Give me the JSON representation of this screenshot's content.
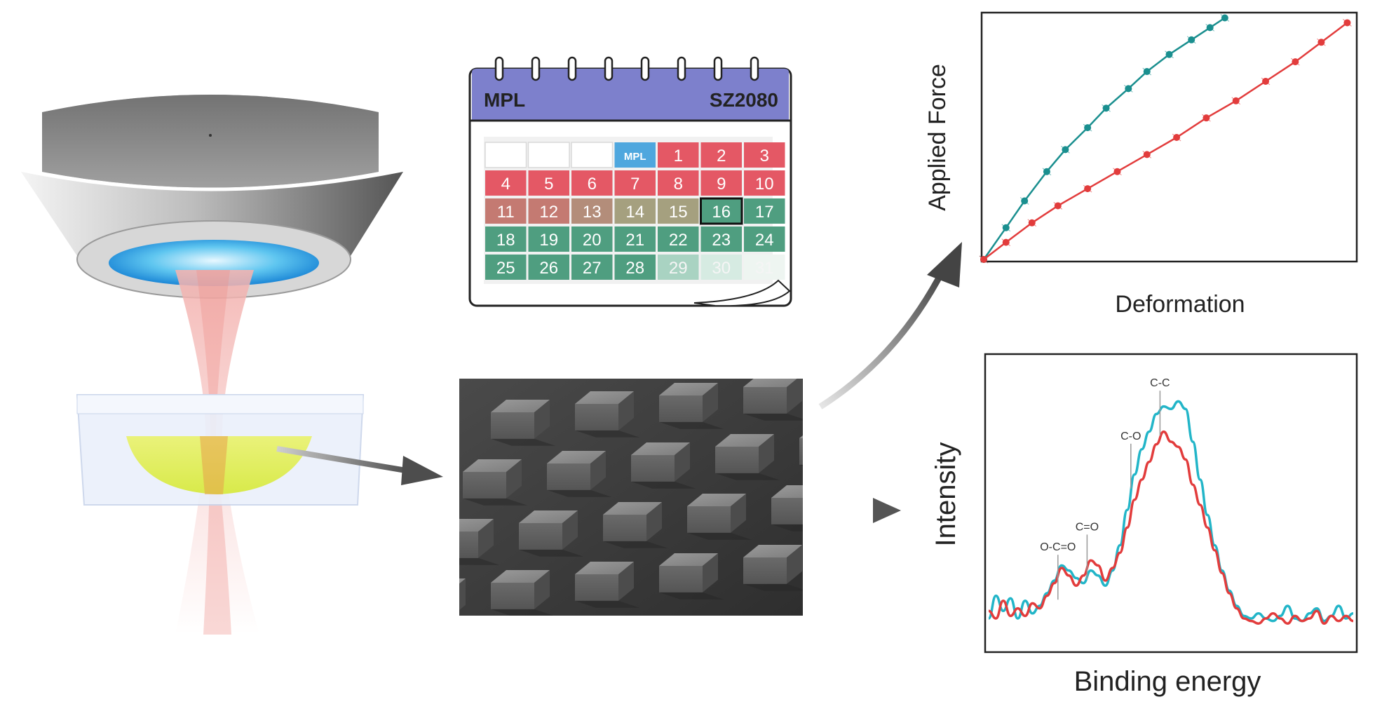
{
  "calendar": {
    "left_label": "MPL",
    "right_label": "SZ2080",
    "mpl_tag": "MPL",
    "days": [
      "1",
      "2",
      "3",
      "4",
      "5",
      "6",
      "7",
      "8",
      "9",
      "10",
      "11",
      "12",
      "13",
      "14",
      "15",
      "16",
      "17",
      "18",
      "19",
      "20",
      "21",
      "22",
      "23",
      "24",
      "25",
      "26",
      "27",
      "28",
      "29",
      "30",
      "31"
    ],
    "highlighted_day": "16"
  },
  "force_chart": {
    "ylabel": "Applied Force",
    "xlabel": "Deformation"
  },
  "xps_chart": {
    "ylabel": "Intensity",
    "xlabel": "Binding energy",
    "peaks": [
      "C-C",
      "C-O",
      "C=O",
      "O-C=O"
    ]
  },
  "chart_data": [
    {
      "type": "line",
      "title": "",
      "xlabel": "Deformation",
      "ylabel": "Applied Force",
      "xlim": [
        0,
        10
      ],
      "ylim": [
        0,
        10
      ],
      "series": [
        {
          "color": "#1a8f8f",
          "x": [
            0,
            0.6,
            1.1,
            1.7,
            2.2,
            2.8,
            3.3,
            3.9,
            4.4,
            5.0,
            5.6,
            6.1,
            6.5
          ],
          "y": [
            0,
            1.3,
            2.4,
            3.6,
            4.5,
            5.4,
            6.2,
            7.0,
            7.7,
            8.4,
            9.0,
            9.5,
            9.9
          ]
        },
        {
          "color": "#e23c3c",
          "x": [
            0,
            0.6,
            1.3,
            2.0,
            2.8,
            3.6,
            4.4,
            5.2,
            6.0,
            6.8,
            7.6,
            8.4,
            9.1,
            9.8
          ],
          "y": [
            0,
            0.7,
            1.5,
            2.2,
            2.9,
            3.6,
            4.3,
            5.0,
            5.8,
            6.5,
            7.3,
            8.1,
            8.9,
            9.7
          ]
        }
      ]
    },
    {
      "type": "line",
      "title": "",
      "xlabel": "Binding energy",
      "ylabel": "Intensity",
      "xlim": [
        0,
        100
      ],
      "ylim": [
        0,
        100
      ],
      "series": [
        {
          "color": "#22b5c8",
          "x": [
            0,
            2,
            4,
            6,
            8,
            10,
            12,
            14,
            16,
            18,
            20,
            22,
            24,
            26,
            28,
            30,
            32,
            34,
            36,
            38,
            40,
            42,
            44,
            46,
            48,
            50,
            52,
            54,
            56,
            58,
            60,
            62,
            64,
            66,
            68,
            70,
            72,
            74,
            76,
            78,
            80,
            82,
            84,
            86,
            88,
            90,
            92,
            94,
            96,
            98,
            100
          ],
          "y": [
            5,
            14,
            8,
            13,
            5,
            12,
            7,
            10,
            15,
            20,
            26,
            24,
            21,
            19,
            24,
            22,
            18,
            24,
            34,
            48,
            62,
            72,
            79,
            86,
            89,
            88,
            91,
            88,
            75,
            60,
            46,
            34,
            24,
            16,
            10,
            6,
            5,
            7,
            5,
            4,
            6,
            10,
            5,
            4,
            7,
            9,
            4,
            6,
            10,
            5,
            7
          ]
        },
        {
          "color": "#e23c3c",
          "x": [
            0,
            2,
            4,
            6,
            8,
            10,
            12,
            14,
            16,
            18,
            20,
            22,
            24,
            26,
            28,
            30,
            32,
            34,
            36,
            38,
            40,
            42,
            44,
            46,
            48,
            50,
            52,
            54,
            56,
            58,
            60,
            62,
            64,
            66,
            68,
            70,
            72,
            74,
            76,
            78,
            80,
            82,
            84,
            86,
            88,
            90,
            92,
            94,
            96,
            98,
            100
          ],
          "y": [
            8,
            5,
            12,
            6,
            9,
            6,
            11,
            9,
            14,
            19,
            25,
            22,
            18,
            22,
            28,
            26,
            20,
            25,
            31,
            41,
            52,
            60,
            67,
            74,
            79,
            75,
            73,
            68,
            58,
            50,
            41,
            32,
            23,
            15,
            9,
            5,
            4,
            3,
            5,
            7,
            5,
            3,
            6,
            4,
            5,
            8,
            3,
            6,
            4,
            6,
            4
          ]
        }
      ]
    }
  ]
}
